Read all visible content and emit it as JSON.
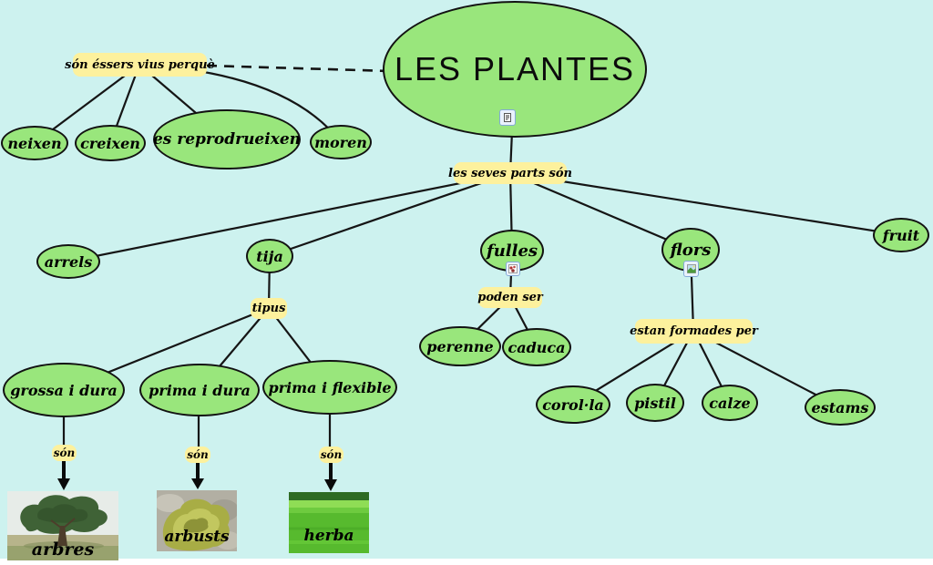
{
  "colors": {
    "background": "#cdf2ef",
    "node_fill": "#99e67c",
    "node_border": "#121212",
    "label_fill": "#fdf19d",
    "line": "#151515",
    "bottom_strip": "#ffffff"
  },
  "root": {
    "label": "LES PLANTES",
    "icon": "note-icon"
  },
  "linking": {
    "essers": "són éssers vius perquè",
    "parts": "les seves parts són",
    "tipus": "tipus",
    "poden_ser": "poden ser",
    "formades": "estan formades per",
    "sons": [
      "són",
      "són",
      "són"
    ]
  },
  "nodes": {
    "neixen": "neixen",
    "creixen": "creixen",
    "reprodueixen": "es reprodrueixen",
    "moren": "moren",
    "arrels": "arrels",
    "tija": "tija",
    "fulles": "fulles",
    "flors": "flors",
    "fruit": "fruit",
    "grossa_dura": "grossa i dura",
    "prima_dura": "prima i dura",
    "prima_flexible": "prima i flexible",
    "perenne": "perenne",
    "caduca": "caduca",
    "corolla": "corol·la",
    "pistil": "pistil",
    "calze": "calze",
    "estams": "estams"
  },
  "icons": {
    "root_attachment": "note-icon",
    "fulles_attachment": "image-icon",
    "flors_attachment": "image-icon"
  },
  "images": {
    "arbres": "arbres",
    "arbusts": "arbusts",
    "herba": "herba"
  }
}
